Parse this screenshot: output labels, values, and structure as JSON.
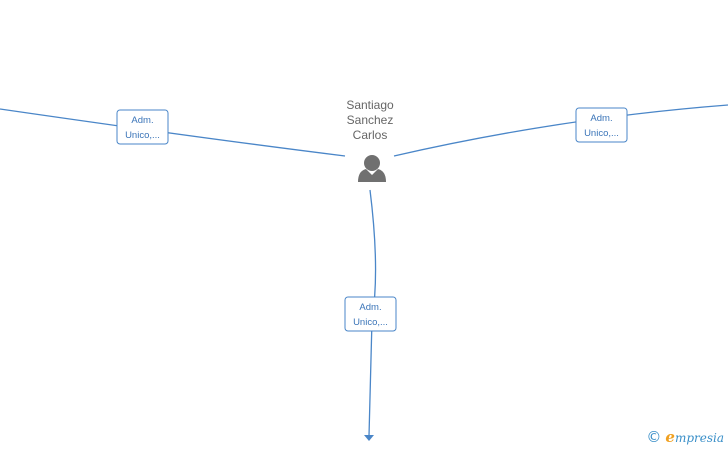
{
  "person": {
    "name_line1": "Santiago",
    "name_line2": "Sanchez",
    "name_line3": "Carlos",
    "icon": "person-icon"
  },
  "roles": [
    {
      "line1": "Adm.",
      "line2": "Unico,..."
    },
    {
      "line1": "Adm.",
      "line2": "Unico,..."
    },
    {
      "line1": "Adm.",
      "line2": "Unico,..."
    }
  ],
  "brand": {
    "copyright": "©",
    "logo_initial": "e",
    "logo_rest": "mpresia"
  },
  "colors": {
    "edge": "#4a86c8",
    "role_text": "#3a74b8",
    "person_text": "#666666",
    "person_icon": "#707070",
    "brand": "#3a8fc8",
    "brand_accent": "#f0a020"
  }
}
